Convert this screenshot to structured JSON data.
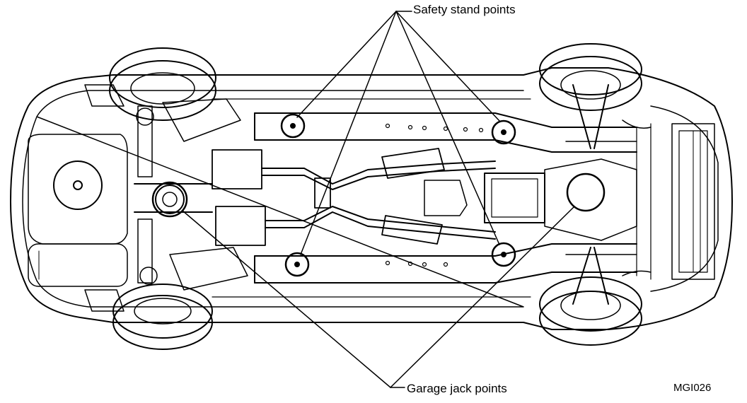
{
  "labels": {
    "safety_stand_points": "Safety stand points",
    "garage_jack_points": "Garage jack points",
    "figure_id": "MGI026"
  },
  "colors": {
    "line": "#000000",
    "background": "#ffffff"
  }
}
